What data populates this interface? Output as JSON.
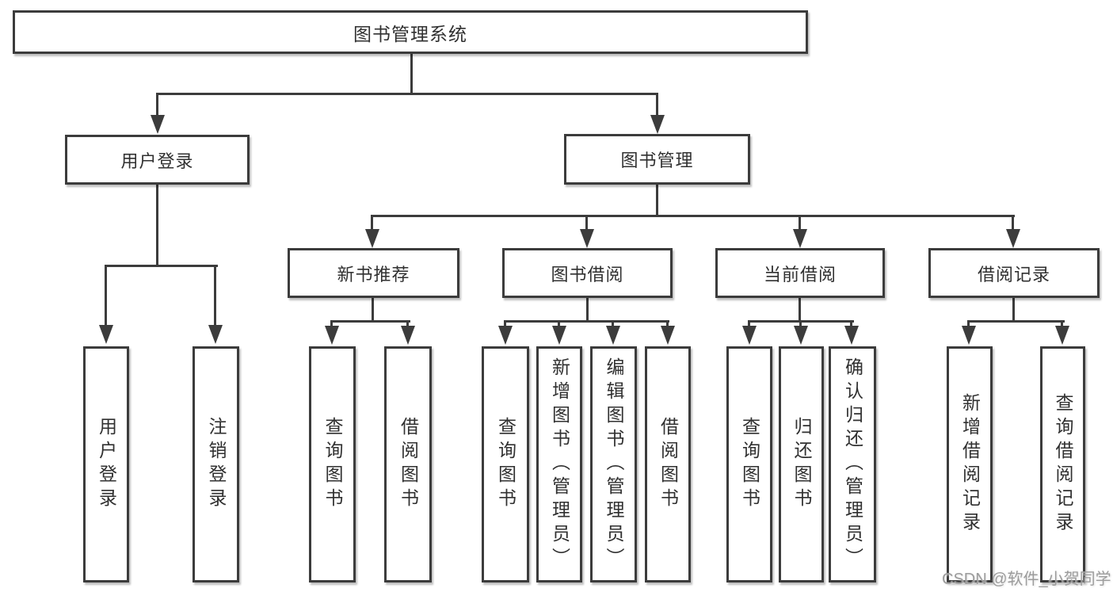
{
  "title": "图书管理系统",
  "watermark": "CSDN @软件_小贺同学",
  "colors": {
    "line": "#3c3c3c",
    "box_background": "#ffffff",
    "text": "#303030",
    "watermark": "#9c9c9c",
    "page_background": "#ffffff"
  },
  "nodes": {
    "root": "图书管理系统",
    "login": "用户登录",
    "manage": "图书管理",
    "login_user": "用户登录",
    "login_logout": "注销登录",
    "recommend": "新书推荐",
    "borrow": "图书借阅",
    "current": "当前借阅",
    "records": "借阅记录",
    "rec_query": "查询图书",
    "rec_borrow": "借阅图书",
    "bor_query": "查询图书",
    "bor_add": "新增图书（管理员）",
    "bor_edit": "编辑图书（管理员）",
    "bor_borrow": "借阅图书",
    "cur_query": "查询图书",
    "cur_return": "归还图书",
    "cur_confirm": "确认归还（管理员）",
    "rcd_add": "新增借阅记录",
    "rcd_query": "查询借阅记录"
  },
  "hierarchy": {
    "图书管理系统": {
      "用户登录": [
        "用户登录",
        "注销登录"
      ],
      "图书管理": {
        "新书推荐": [
          "查询图书",
          "借阅图书"
        ],
        "图书借阅": [
          "查询图书",
          "新增图书（管理员）",
          "编辑图书（管理员）",
          "借阅图书"
        ],
        "当前借阅": [
          "查询图书",
          "归还图书",
          "确认归还（管理员）"
        ],
        "借阅记录": [
          "新增借阅记录",
          "查询借阅记录"
        ]
      }
    }
  }
}
